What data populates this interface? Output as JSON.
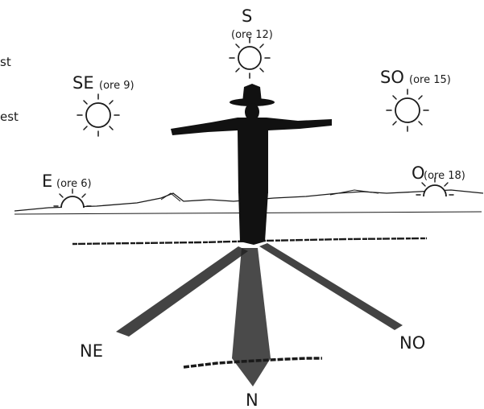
{
  "diagram": {
    "edge_fragments": [
      "st",
      "est"
    ],
    "sun_positions": {
      "south": {
        "label": "S",
        "time": "(ore 12)"
      },
      "southeast": {
        "label": "SE",
        "time": "(ore 9)"
      },
      "southwest": {
        "label": "SO",
        "time": "(ore 15)"
      },
      "east": {
        "label": "E",
        "time": "(ore 6)"
      },
      "west": {
        "label": "O",
        "time": "(ore 18)"
      }
    },
    "shadow_directions": {
      "north": "N",
      "northeast": "NE",
      "northwest": "NO"
    }
  },
  "colors": {
    "ink": "#1a1a1a",
    "paper": "#ffffff"
  }
}
